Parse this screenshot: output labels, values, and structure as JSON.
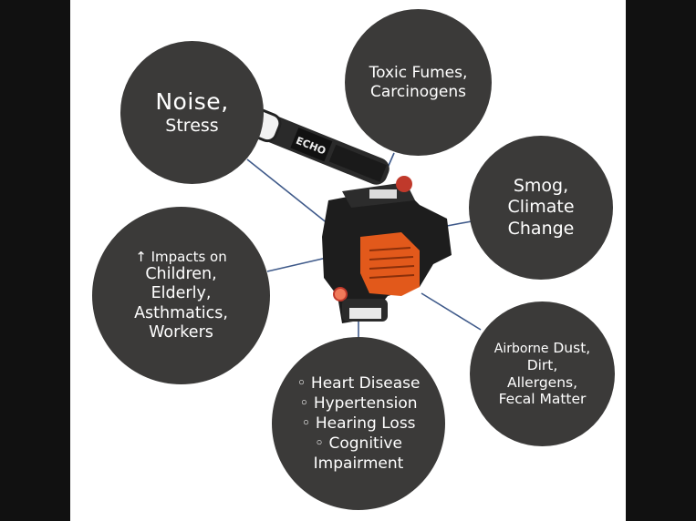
{
  "colors": {
    "bubble": "#3b3a39",
    "connector": "#3f5a8a",
    "engine_orange": "#e2591b",
    "background": "#ffffff",
    "frame": "#111111"
  },
  "blower": {
    "label": "ECHO",
    "icon": "leaf-blower-icon"
  },
  "bubbles": {
    "noise": {
      "line1": "Noise,",
      "line2": "Stress"
    },
    "toxic": {
      "line1": "Toxic Fumes,",
      "line2": "Carcinogens"
    },
    "smog": {
      "line1": "Smog,",
      "line2": "Climate",
      "line3": "Change"
    },
    "impacts": {
      "lead": "↑ Impacts on",
      "items": [
        "Children,",
        "Elderly,",
        "Asthmatics,",
        "Workers"
      ]
    },
    "dust": {
      "line1a": "Airborne",
      "line1b": "Dust,",
      "items": [
        "Dirt,",
        "Allergens,",
        "Fecal Matter"
      ]
    },
    "health": {
      "items": [
        "◦ Heart Disease",
        "◦ Hypertension",
        "◦ Hearing Loss",
        "◦ Cognitive",
        "Impairment"
      ]
    }
  }
}
